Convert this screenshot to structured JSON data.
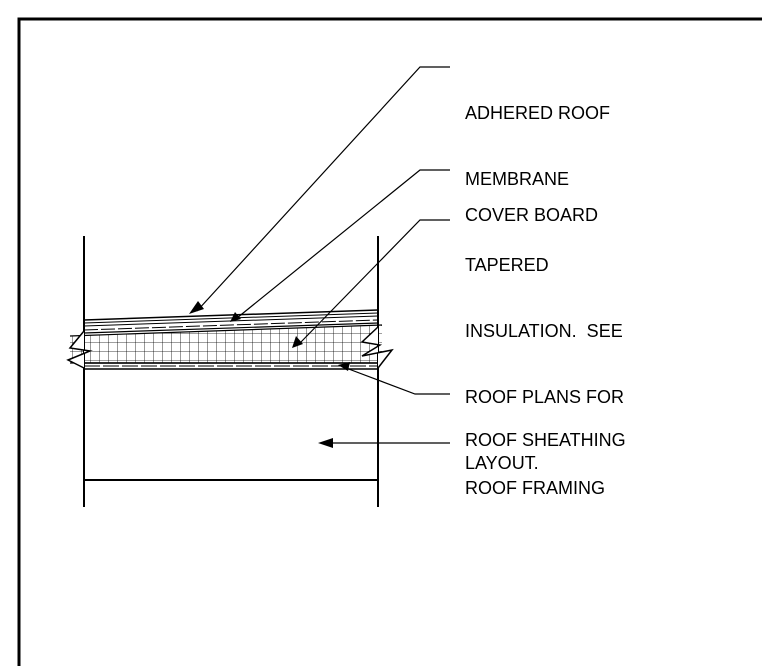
{
  "detail": {
    "callouts": [
      {
        "id": "membrane",
        "lines": [
          "ADHERED ROOF",
          "MEMBRANE"
        ]
      },
      {
        "id": "cover",
        "lines": [
          "COVER BOARD"
        ]
      },
      {
        "id": "insulation",
        "lines": [
          "TAPERED",
          "INSULATION.  SEE",
          "ROOF PLANS FOR",
          "LAYOUT."
        ]
      },
      {
        "id": "sheathing",
        "lines": [
          "ROOF SHEATHING"
        ]
      },
      {
        "id": "framing",
        "lines": [
          "ROOF FRAMING"
        ]
      }
    ],
    "colors": {
      "line": "#000000",
      "background": "#ffffff"
    }
  }
}
